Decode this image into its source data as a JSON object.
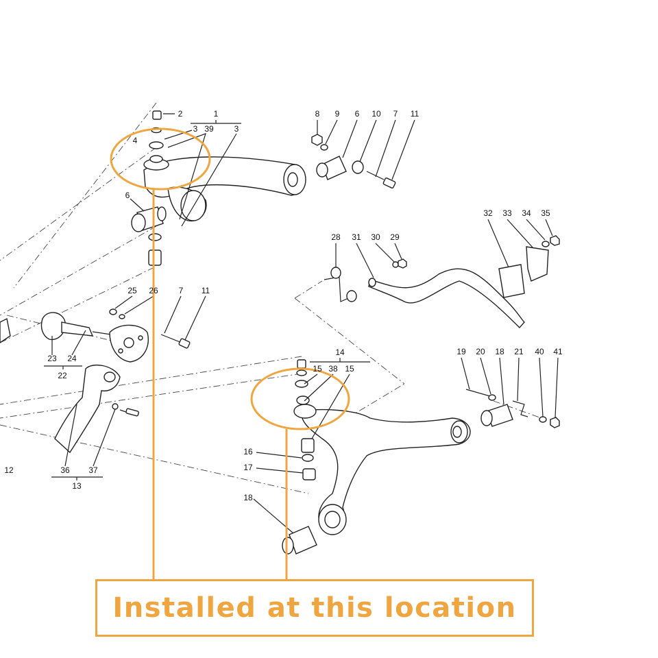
{
  "colors": {
    "highlight": "#F0A640",
    "line": "#222222",
    "part": "#ffffff"
  },
  "callout": {
    "text": "Installed at this location"
  },
  "labels": [
    "2",
    "1",
    "3",
    "39",
    "3",
    "4",
    "8",
    "9",
    "6",
    "10",
    "7",
    "11",
    "6",
    "32",
    "33",
    "34",
    "35",
    "28",
    "31",
    "30",
    "29",
    "25",
    "26",
    "7",
    "11",
    "23",
    "24",
    "22",
    "12",
    "36",
    "37",
    "13",
    "14",
    "15",
    "38",
    "15",
    "19",
    "20",
    "18",
    "21",
    "40",
    "41",
    "16",
    "17",
    "18"
  ]
}
